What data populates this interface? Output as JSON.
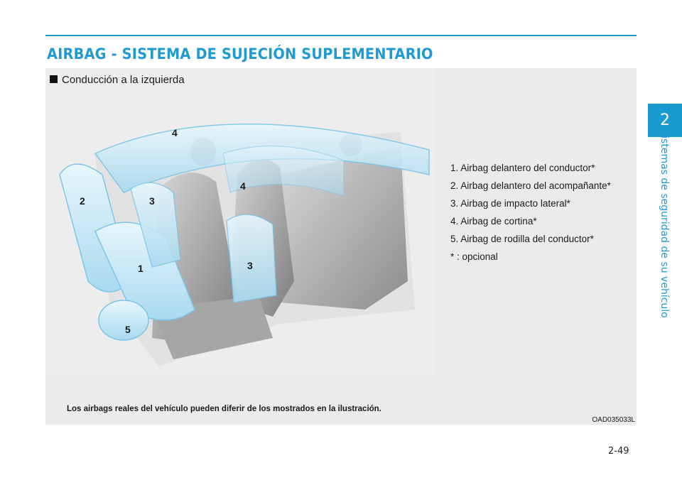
{
  "header": {
    "title": "AIRBAG - SISTEMA DE SUJECIÓN SUPLEMENTARIO"
  },
  "chapter": {
    "number": "2",
    "label": "Sistemas de seguridad de su vehículo"
  },
  "figure": {
    "caption": "Conducción a la izquierda",
    "callouts": [
      "1",
      "2",
      "3",
      "3",
      "4",
      "4",
      "5"
    ],
    "legend": [
      "1. Airbag delantero del conductor*",
      "2. Airbag delantero del acompañante*",
      "3. Airbag de impacto lateral*",
      "4. Airbag de cortina*",
      "5. Airbag de rodilla del conductor*",
      "* : opcional"
    ],
    "disclaimer": "Los airbags reales del vehículo pueden diferir de los mostrados en la ilustración.",
    "code": "OAD035033L"
  },
  "footer": {
    "page_number": "2-49"
  },
  "colors": {
    "accent": "#1a9bd0",
    "airbag_fill": "#bfe3f3",
    "seat_fill": "#9a9a9a"
  }
}
